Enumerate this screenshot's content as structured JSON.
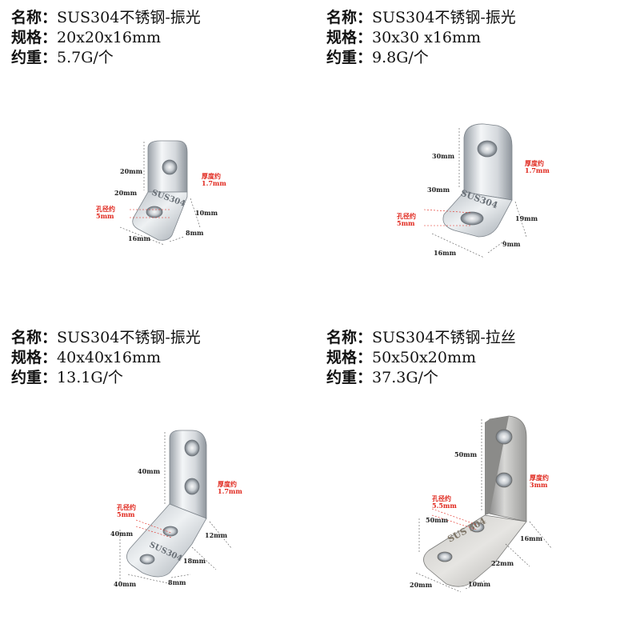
{
  "colors": {
    "annotation_red": "#e0281e",
    "steel_light": "#e9ecef",
    "steel_dark": "#8c949c"
  },
  "labels": {
    "name": "名称：",
    "spec": "规格：",
    "weight": "约重："
  },
  "products": [
    {
      "name": "SUS304不锈钢-振光",
      "spec": "20x20x16mm",
      "weight": "5.7G/个",
      "engraving": "SUS304",
      "dims": {
        "leg_v": "20mm",
        "leg_h": "20mm",
        "width": "16mm",
        "end": "8mm",
        "side": "10mm",
        "thickness_label": "厚度约",
        "thickness": "1.7mm",
        "hole_label": "孔径约",
        "hole": "5mm"
      }
    },
    {
      "name": "SUS304不锈钢-振光",
      "spec": "30x30 x16mm",
      "weight": "9.8G/个",
      "engraving": "SUS304",
      "dims": {
        "leg_v": "30mm",
        "leg_h": "30mm",
        "width": "16mm",
        "end": "9mm",
        "side": "19mm",
        "thickness_label": "厚度约",
        "thickness": "1.7mm",
        "hole_label": "孔径约",
        "hole": "5mm"
      }
    },
    {
      "name": "SUS304不锈钢-振光",
      "spec": "40x40x16mm",
      "weight": "13.1G/个",
      "engraving": "SUS304",
      "dims": {
        "leg_v": "40mm",
        "leg_h": "40mm",
        "width": "40mm",
        "end": "8mm",
        "side": "12mm",
        "mid": "18mm",
        "thickness_label": "厚度约",
        "thickness": "1.7mm",
        "hole_label": "孔径约",
        "hole": "5mm"
      }
    },
    {
      "name": "SUS304不锈钢-拉丝",
      "spec": "50x50x20mm",
      "weight": "37.3G/个",
      "engraving": "SUS 304",
      "dims": {
        "leg_v": "50mm",
        "leg_h": "50mm",
        "width": "20mm",
        "end": "10mm",
        "side": "16mm",
        "mid": "22mm",
        "thickness_label": "厚度约",
        "thickness": "3mm",
        "hole_label": "孔径约",
        "hole": "5.5mm"
      }
    }
  ]
}
